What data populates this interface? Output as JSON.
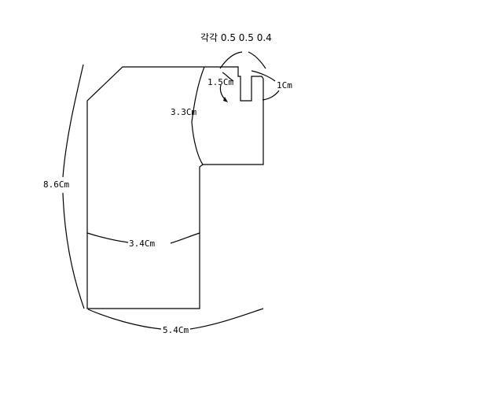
{
  "diagram": {
    "labels": {
      "each": "각각 0.5 0.5 0.4",
      "neck_depth": "1.5Cm",
      "shoulder": "1Cm",
      "armhole": "3.3Cm",
      "length": "8.6Cm",
      "width_mid": "3.4Cm",
      "width_bottom": "5.4Cm"
    },
    "colors": {
      "stroke": "#000000",
      "background": "#ffffff"
    }
  }
}
